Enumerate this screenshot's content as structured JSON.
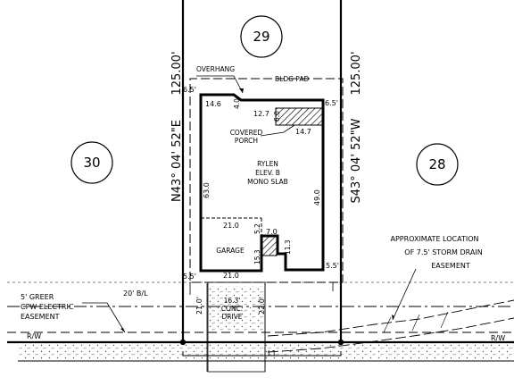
{
  "lots": {
    "left": "30",
    "center": "29",
    "right": "28"
  },
  "bearings": {
    "west": {
      "bearing": "N43° 04' 52\"E",
      "distance": "125.00'"
    },
    "east": {
      "bearing": "S43° 04' 52\"W",
      "distance": "125.00'"
    }
  },
  "house": {
    "name": "RYLEN",
    "elevation": "ELEV. B",
    "foundation": "MONO SLAB",
    "covered_porch": [
      "COVERED",
      "PORCH"
    ],
    "garage": "GARAGE"
  },
  "labels": {
    "overhang": "OVERHANG",
    "bldg_pad": "BLDG PAD",
    "building_line": "20' B/L",
    "row_left": "R/W",
    "row_right": "R/W",
    "line_id": "L1",
    "drive": [
      "16.3'",
      "CONC.",
      "DRIVE"
    ],
    "electric_easement": [
      "5' GREER",
      "CPW ELECTRIC",
      "EASEMENT"
    ],
    "storm_easement": [
      "APPROXIMATE LOCATION",
      "OF 7.5' STORM DRAIN",
      "EASEMENT"
    ]
  },
  "dims": {
    "setback_left_top": "6.5'",
    "setback_right_top": "6.5'",
    "setback_left_bottom": "5.5'",
    "setback_right_bottom": "5.5'",
    "top_left": "14.6",
    "overhang_small": "4.0",
    "porch_width": "12.7",
    "porch_small": "6.0",
    "porch_right": "14.7",
    "left_side": "63.0",
    "right_side": "49.0",
    "garage_top": "21.0",
    "garage_side": "5.2",
    "garage_notch": "7.0",
    "garage_inner": "15.3",
    "garage_notch_v": "11.3",
    "garage_bottom": "21.0",
    "drive_left": "21.0'",
    "drive_right": "22.0'"
  }
}
